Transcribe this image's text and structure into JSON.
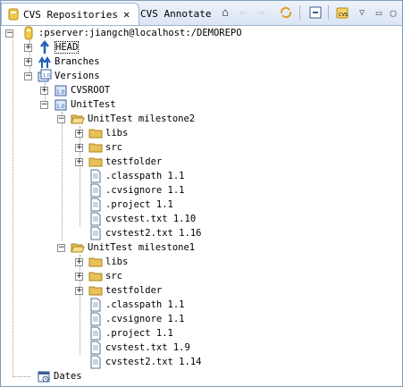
{
  "tabs": {
    "active_label": "CVS Repositories",
    "inactive_label": "CVS Annotate",
    "close_glyph": "✕"
  },
  "toolbar": {
    "home_icon": "home-icon",
    "back_icon": "back-arrow-icon",
    "forward_icon": "forward-arrow-icon",
    "link_icon": "link-with-editor-icon",
    "collapse_icon": "collapse-all-icon",
    "new_location_icon": "new-repository-location-icon",
    "menu_icon": "view-menu-icon"
  },
  "tree": {
    "root": ":pserver:jiangch@localhost:/DEMOREPO",
    "head": "HEAD",
    "branches": "Branches",
    "versions": "Versions",
    "cvsroot": "CVSROOT",
    "unittest": "UnitTest",
    "ms2": "UnitTest milestone2",
    "ms2_libs": "libs",
    "ms2_src": "src",
    "ms2_testfolder": "testfolder",
    "ms2_files": [
      ".classpath 1.1",
      ".cvsignore 1.1",
      ".project 1.1",
      "cvstest.txt 1.10",
      "cvstest2.txt 1.16"
    ],
    "ms1": "UnitTest milestone1",
    "ms1_libs": "libs",
    "ms1_src": "src",
    "ms1_testfolder": "testfolder",
    "ms1_files": [
      ".classpath 1.1",
      ".cvsignore 1.1",
      ".project 1.1",
      "cvstest.txt 1.9",
      "cvstest2.txt 1.14"
    ],
    "dates": "Dates"
  },
  "colors": {
    "tab_border": "#9fb2d2",
    "folder": "#e8c15a",
    "repo_blue": "#1f5fb8"
  }
}
